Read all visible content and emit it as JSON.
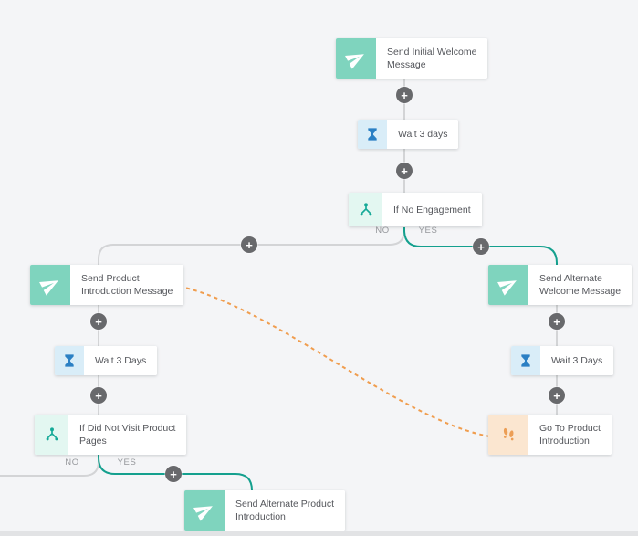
{
  "ui": {
    "plus": "+",
    "branch_labels": {
      "no": "NO",
      "yes": "YES"
    }
  },
  "colors": {
    "background": "#f4f5f7",
    "connector_gray": "#d3d4d6",
    "connector_teal": "#14a08e",
    "connector_orange": "#f09d4e",
    "message_icon_bg": "#7fd4be",
    "message_icon_fg": "#ffffff",
    "wait_icon_bg": "#d9edf8",
    "wait_icon_fg": "#2b80c4",
    "condition_icon_bg": "#e3f7f1",
    "condition_icon_fg": "#14a997",
    "goto_icon_bg": "#fbe6d0",
    "goto_icon_fg": "#ec9e55",
    "add_button_bg": "#68696c"
  },
  "nodes": [
    {
      "type": "message",
      "icon": "send-icon",
      "label": "Send Initial Welcome\nMessage"
    },
    {
      "type": "wait",
      "icon": "hourglass-icon",
      "label": "Wait 3 days"
    },
    {
      "type": "condition",
      "icon": "branch-icon",
      "label": "If No Engagement"
    },
    {
      "type": "message",
      "icon": "send-icon",
      "label": "Send Product\nIntroduction Message"
    },
    {
      "type": "wait",
      "icon": "hourglass-icon",
      "label": "Wait 3 Days"
    },
    {
      "type": "condition",
      "icon": "branch-icon",
      "label": "If Did Not Visit Product\nPages"
    },
    {
      "type": "message",
      "icon": "send-icon",
      "label": "Send Alternate\nWelcome Message"
    },
    {
      "type": "wait",
      "icon": "hourglass-icon",
      "label": "Wait 3 Days"
    },
    {
      "type": "goto",
      "icon": "footprints-icon",
      "label": "Go To Product\nIntroduction"
    },
    {
      "type": "message",
      "icon": "send-icon",
      "label": "Send Alternate Product\nIntroduction"
    }
  ]
}
